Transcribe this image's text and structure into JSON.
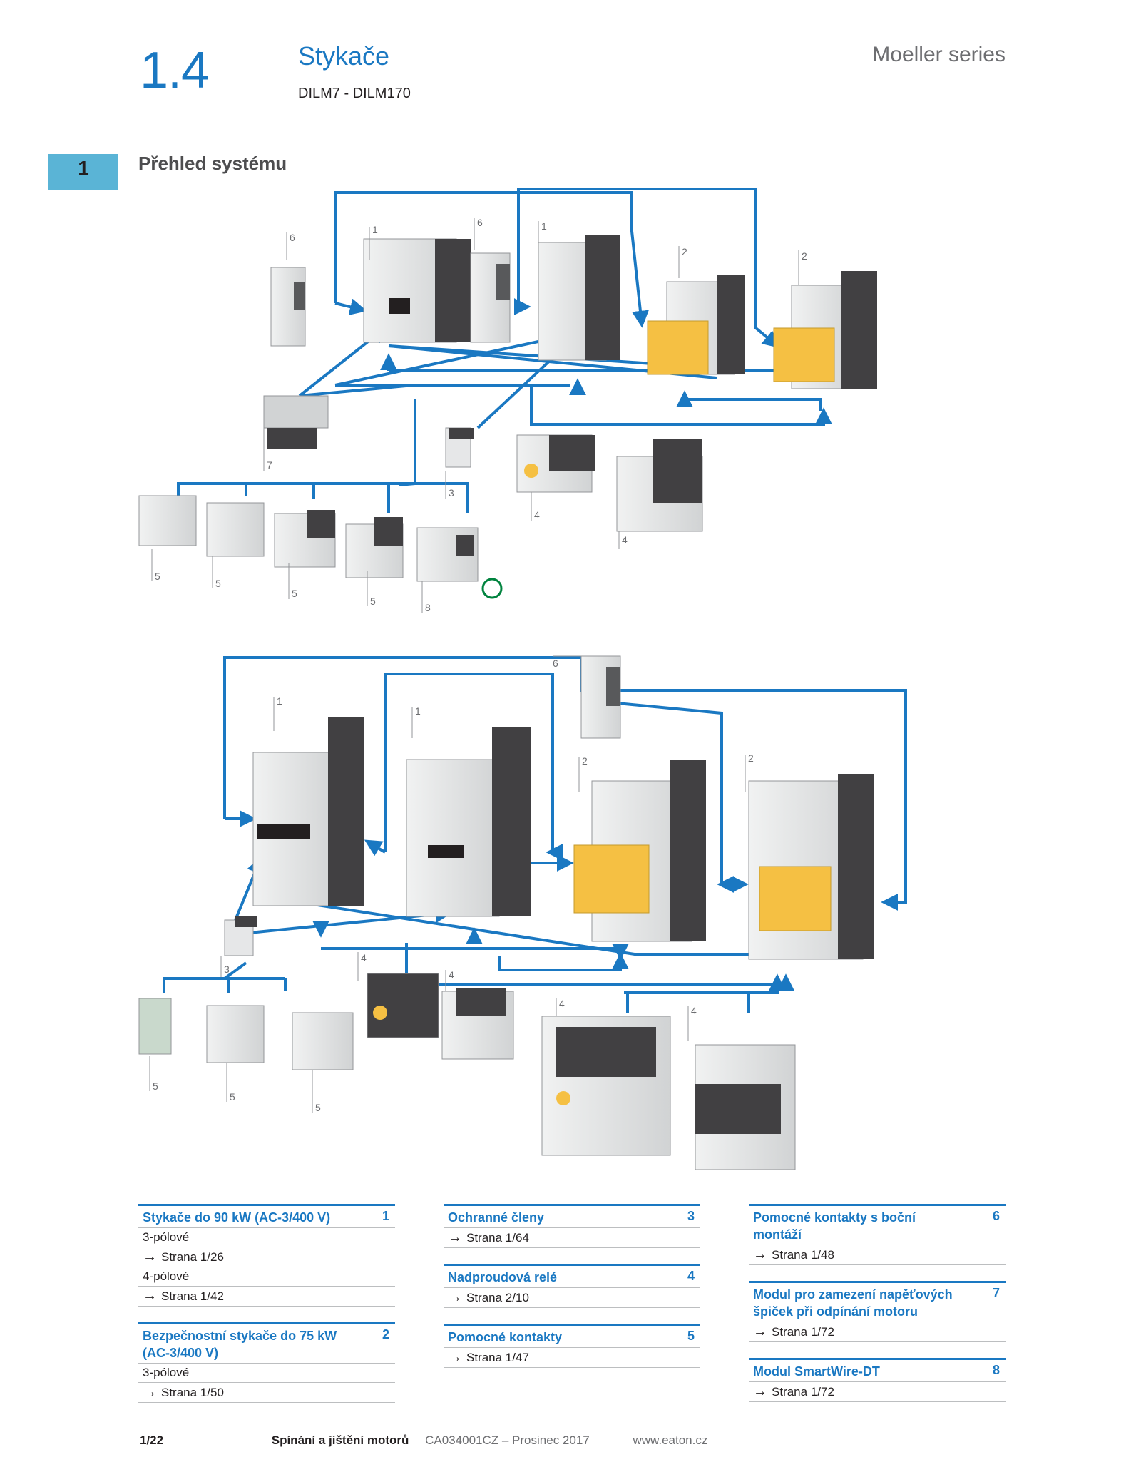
{
  "header": {
    "section_number": "1.4",
    "title": "Stykače",
    "subtitle": "DILM7 - DILM170",
    "series": "Moeller series"
  },
  "chapter_tab": "1",
  "section_heading": "Přehled systému",
  "callouts": [
    "1",
    "2",
    "3",
    "4",
    "5",
    "6",
    "7",
    "8"
  ],
  "legend": [
    {
      "items": [
        {
          "title": "Stykače do 90 kW (AC-3/400 V)",
          "number": "1",
          "rows": [
            {
              "text": "3-pólové",
              "ref": false
            },
            {
              "text": "Strana 1/26",
              "ref": true
            },
            {
              "text": "4-pólové",
              "ref": false
            },
            {
              "text": "Strana 1/42",
              "ref": true
            }
          ]
        },
        {
          "title": "Bezpečnostní stykače do 75 kW (AC-3/400 V)",
          "number": "2",
          "rows": [
            {
              "text": "3-pólové",
              "ref": false
            },
            {
              "text": "Strana 1/50",
              "ref": true
            }
          ]
        }
      ]
    },
    {
      "items": [
        {
          "title": "Ochranné členy",
          "number": "3",
          "rows": [
            {
              "text": "Strana 1/64",
              "ref": true
            }
          ]
        },
        {
          "title": "Nadproudová relé",
          "number": "4",
          "rows": [
            {
              "text": "Strana 2/10",
              "ref": true
            }
          ]
        },
        {
          "title": "Pomocné kontakty",
          "number": "5",
          "rows": [
            {
              "text": "Strana 1/47",
              "ref": true
            }
          ]
        }
      ]
    },
    {
      "items": [
        {
          "title": "Pomocné kontakty s boční montáží",
          "number": "6",
          "rows": [
            {
              "text": "Strana 1/48",
              "ref": true
            }
          ]
        },
        {
          "title": "Modul pro zamezení napěťových špiček při odpínání motoru",
          "number": "7",
          "rows": [
            {
              "text": "Strana 1/72",
              "ref": true
            }
          ]
        },
        {
          "title": "Modul SmartWire-DT",
          "number": "8",
          "rows": [
            {
              "text": "Strana 1/72",
              "ref": true
            }
          ]
        }
      ]
    }
  ],
  "footer": {
    "page": "1/22",
    "chapter": "Spínání a jištění motorů",
    "doc": "CA034001CZ – Prosinec 2017",
    "url": "www.eaton.cz"
  },
  "colors": {
    "accent": "#1a78c2",
    "tab": "#5ab4d6",
    "relay_yellow": "#f5c043",
    "grey_text": "#6d6e71"
  }
}
